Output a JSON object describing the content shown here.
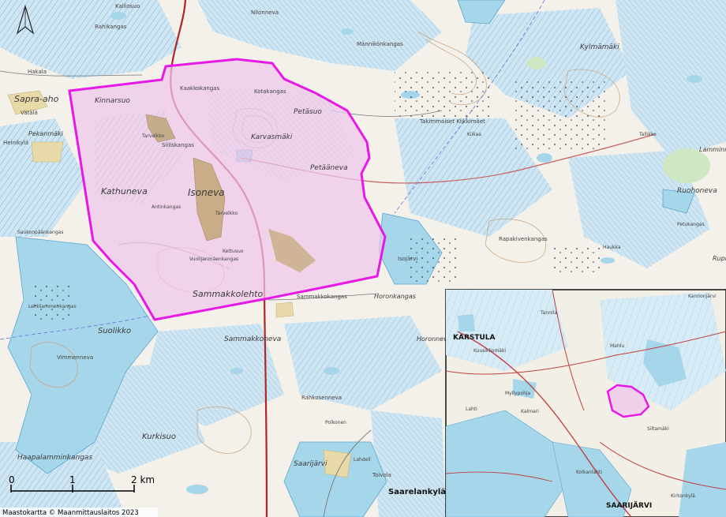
{
  "attribution": "Maastokartta © Maanmittauslaitos 2023",
  "north_arrow": "north-arrow-icon",
  "colors": {
    "water": "#a6d6ea",
    "land": "#f4f1ea",
    "bog": "#c9e3f1",
    "area_fill": "#efc6ec",
    "area_outline": "#e619e6",
    "road": "#b02525",
    "contour": "#c9a27a"
  },
  "scale_bar": {
    "tick0": "0",
    "tick1": "1",
    "tick2": "2 km"
  },
  "labels": {
    "sapra_aho": "Sapra-aho",
    "kalliosuo_top": "Kalliosuo",
    "rahikangas": "Rahikangas",
    "nilonneva": "Nilonneva",
    "mannikonkangas": "Männikönkangas",
    "kylmamaki": "Kylmämäki",
    "hakala": "Hakala",
    "vatala": "Vätälä",
    "pekanmaki": "Pekanmäki",
    "heinikyla": "Heinikylä",
    "kinnarsuo": "Kinnarsuo",
    "kalliokangas": "Kaakkokangas",
    "koivikangas": "Kotakangas",
    "petasuo": "Petäsuo",
    "kangassuo": "Tarvelkko",
    "siiliskangas": "Siiliskangas",
    "karvasmaki": "Karvasmäki",
    "takimmaiset": "Takimmaiset Kiikkimäet",
    "kiikaa": "Kiikaa",
    "peraneva": "Petääneva",
    "tallikko": "Tallikko",
    "lamminneva": "Lamminneva",
    "ruohoneva": "Ruohoneva",
    "kathuneva": "Kathuneva",
    "isoneva": "Isoneva",
    "antinkangas": "Antinkangas",
    "tarvelkko2": "Tarvelkko",
    "saukonpaankangas": "Saukonpäänkangas",
    "kettusuo": "Kettusuo",
    "rapakivenkangas": "Rapakivenkangas",
    "petukangas": "Petukangas",
    "haukaiksi": "Haukka",
    "vuolijanmaenkangas": "Vuolijanmäenkangas",
    "isojarvi": "Isojärvi",
    "sammakkolehto": "Sammakkolehto",
    "sammakkokangas": "Sammakkokangas",
    "horonkangas": "Horonkangas",
    "lehtilammenkangas": "Lehtilammenkangas",
    "sammakkoneva": "Sammakkoneva",
    "horonneva": "Horonneva",
    "suolikko": "Suolikko",
    "vimmenneva": "Vimmenneva",
    "rahkosenneva": "Rahkosenneva",
    "kurkisuo": "Kurkisuo",
    "haapalamminkangas": "Haapalamminkangas",
    "saarijarvi_lake": "Saarijärvi",
    "toivola": "Toivola",
    "saarelankyla": "Saarelankylä",
    "lahdell": "Lahdell",
    "polkonen": "Polkonen",
    "rupi": "Rupi"
  },
  "inset": {
    "karstula": "KARSTULA",
    "saarijarvi": "SAARIJÄRVI",
    "kannonjarvi": "Kannonjärvi",
    "mahlu": "Mahlu",
    "tannila": "Tannila",
    "kuusikkomaki": "Kuusikkomäki",
    "mylypohja": "Myllypohja",
    "kalmari": "Kalmari",
    "lahti": "Lahti",
    "siltamaki": "Siltamäki",
    "kolkanlahti": "Kolkanlahti",
    "kirkonkyla": "Kirkonkylä"
  }
}
